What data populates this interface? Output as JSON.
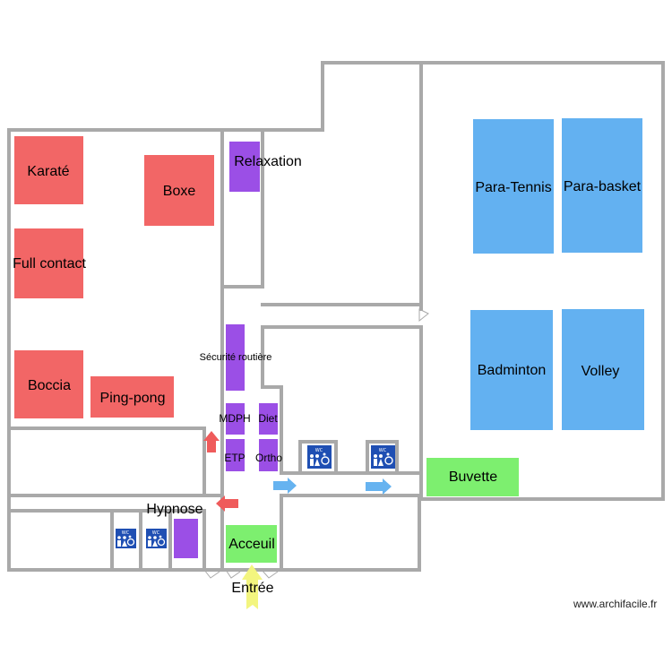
{
  "plan": {
    "rooms": {
      "karate": "Karaté",
      "boxe": "Boxe",
      "full_contact": "Full contact",
      "boccia": "Boccia",
      "ping_pong": "Ping-pong",
      "relaxation": "Relaxation",
      "securite_routiere": "Sécurité routière",
      "mdph": "MDPH",
      "diet": "Diet",
      "etp": "ETP",
      "ortho": "Ortho",
      "hypnose": "Hypnose",
      "acceuil": "Acceuil",
      "entree": "Entrée",
      "para_tennis": "Para-Tennis",
      "para_basket": "Para-basket",
      "badminton": "Badminton",
      "volley": "Volley",
      "buvette": "Buvette"
    },
    "wc_label": "WC",
    "colors": {
      "combat": "#f26666",
      "atelier": "#9b4fe6",
      "accueil": "#7def6f",
      "sport": "#63b1f1",
      "entree_arrow": "#f3f57f",
      "red_arrow": "#ef5b5b",
      "blue_arrow": "#66b3f0",
      "wc_sign": "#1f4fb3",
      "walls": "#a9a9a9"
    },
    "icons": [
      "wc-sign-icon",
      "arrow-up-icon",
      "arrow-left-icon",
      "arrow-right-icon",
      "entrance-arrow-icon"
    ]
  },
  "footer": {
    "credit": "www.archifacile.fr"
  }
}
